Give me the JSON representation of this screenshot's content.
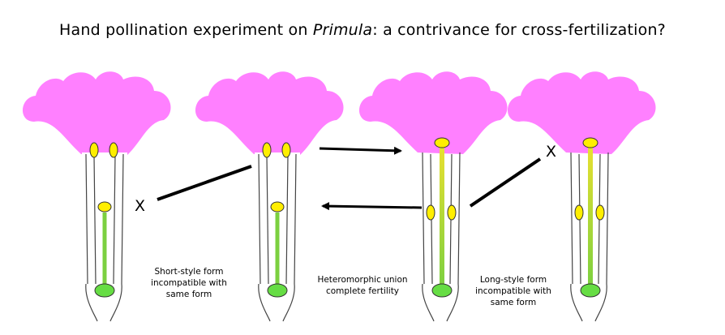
{
  "title": {
    "prefix": "Hand pollination experiment on ",
    "genus": "Primula",
    "suffix": ": a contrivance for cross-fertilization?"
  },
  "captions": {
    "short_style": [
      "Short-style form",
      "incompatible with",
      "same form"
    ],
    "hetero": [
      "Heteromorphic union",
      "complete fertility"
    ],
    "long_style": [
      "Long-style form",
      "incompatible with",
      "same form"
    ]
  },
  "marks": {
    "incompatible": "X"
  },
  "colors": {
    "petal": "#ff80ff",
    "anther": "#ffee00",
    "ovary": "#66dd44",
    "style": "#88cc33",
    "line": "#000000"
  }
}
